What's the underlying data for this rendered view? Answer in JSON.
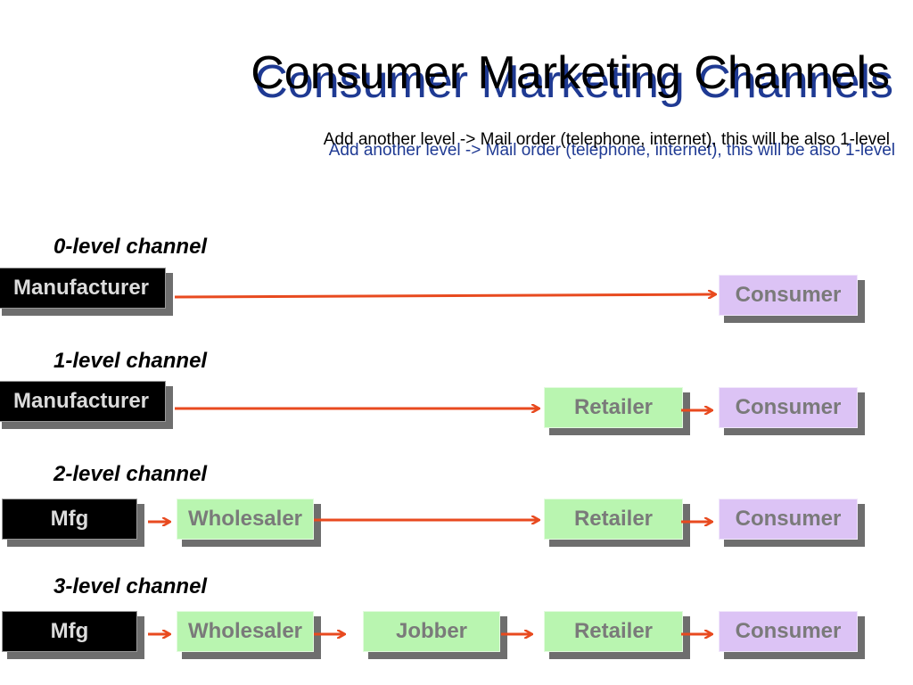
{
  "title": "Consumer Marketing Channels",
  "subtitle": "Add another level -> Mail order (telephone, internet), this will be also 1-level",
  "colors": {
    "accent": "#1f3a93",
    "arrow": "#e84a1f",
    "manufacturer_fill": "#000000",
    "consumer_fill": "#dcc3f5",
    "intermediary_fill": "#b9f5b0"
  },
  "channels": [
    {
      "label": "0-level channel",
      "nodes": [
        "Manufacturer",
        "Consumer"
      ]
    },
    {
      "label": "1-level channel",
      "nodes": [
        "Manufacturer",
        "Retailer",
        "Consumer"
      ]
    },
    {
      "label": "2-level channel",
      "nodes": [
        "Mfg",
        "Wholesaler",
        "Retailer",
        "Consumer"
      ]
    },
    {
      "label": "3-level channel",
      "nodes": [
        "Mfg",
        "Wholesaler",
        "Jobber",
        "Retailer",
        "Consumer"
      ]
    }
  ]
}
